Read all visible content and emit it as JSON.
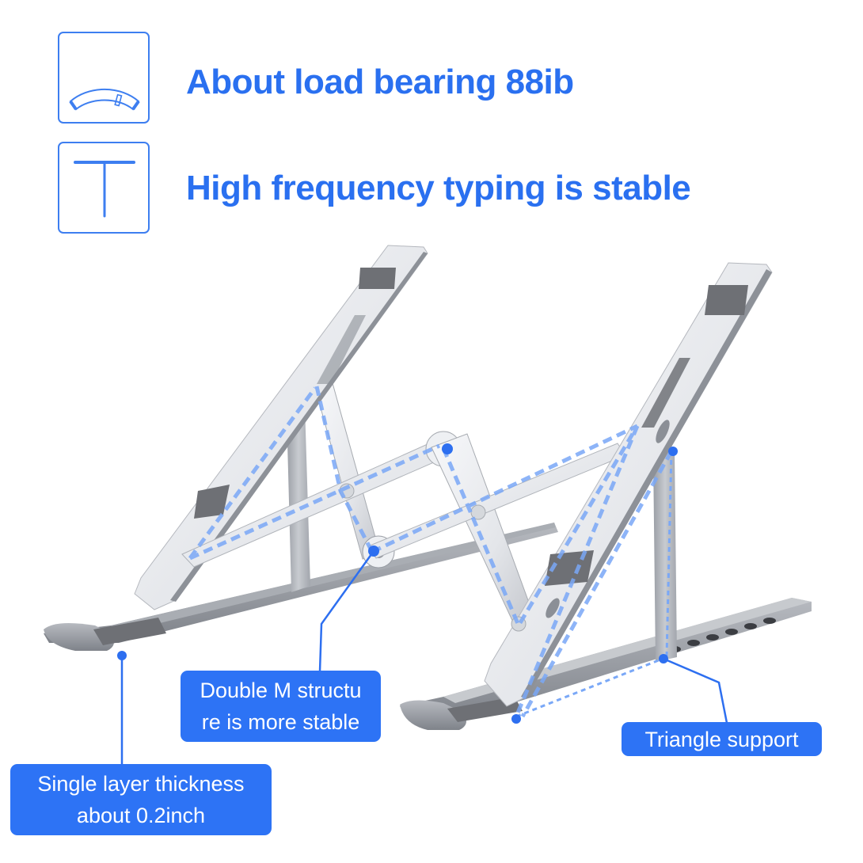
{
  "features": [
    {
      "icon": "arc-load-icon",
      "heading": "About load bearing 88ib"
    },
    {
      "icon": "t-stable-icon",
      "heading": "High frequency typing is stable"
    }
  ],
  "callouts": {
    "double_m": {
      "line1": "Double M structu",
      "line2": "re is more stable"
    },
    "single_layer": {
      "line1": "Single layer thickness",
      "line2": "about 0.2inch"
    },
    "triangle": {
      "line1": "Triangle support"
    }
  },
  "colors": {
    "accent": "#2d73f5",
    "heading": "#2a70f0",
    "icon_stroke": "#3d7ef0",
    "dashed_overlay": "#7aa8f7",
    "aluminum_light": "#eef0f3",
    "aluminum_mid": "#c9ccd2",
    "aluminum_dark": "#8b8f96",
    "rubber_pad": "#6e7075"
  }
}
